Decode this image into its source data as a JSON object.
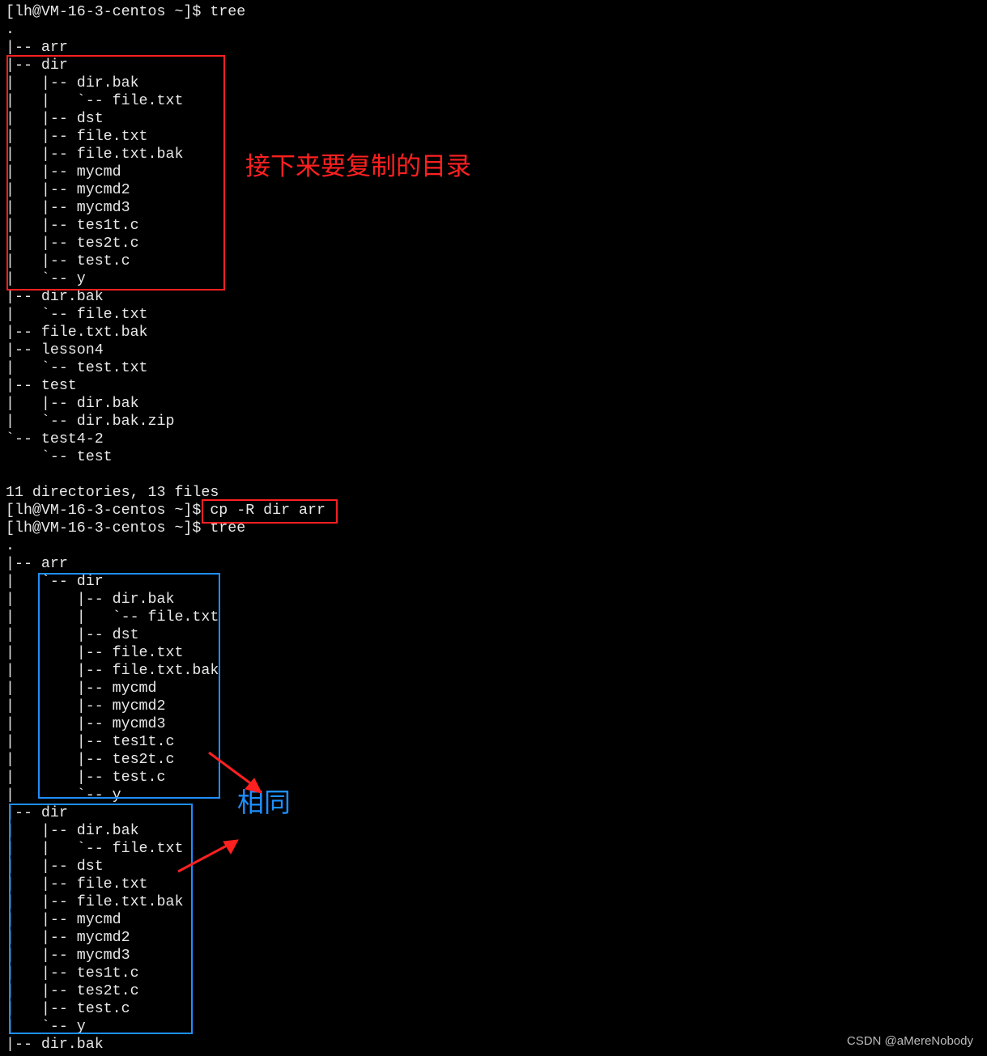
{
  "terminal": {
    "lines": [
      "[lh@VM-16-3-centos ~]$ tree",
      ".",
      "|-- arr",
      "|-- dir",
      "|   |-- dir.bak",
      "|   |   `-- file.txt",
      "|   |-- dst",
      "|   |-- file.txt",
      "|   |-- file.txt.bak",
      "|   |-- mycmd",
      "|   |-- mycmd2",
      "|   |-- mycmd3",
      "|   |-- tes1t.c",
      "|   |-- tes2t.c",
      "|   |-- test.c",
      "|   `-- y",
      "|-- dir.bak",
      "|   `-- file.txt",
      "|-- file.txt.bak",
      "|-- lesson4",
      "|   `-- test.txt",
      "|-- test",
      "|   |-- dir.bak",
      "|   `-- dir.bak.zip",
      "`-- test4-2",
      "    `-- test",
      "",
      "11 directories, 13 files",
      "[lh@VM-16-3-centos ~]$ cp -R dir arr",
      "[lh@VM-16-3-centos ~]$ tree",
      ".",
      "|-- arr",
      "|   `-- dir",
      "|       |-- dir.bak",
      "|       |   `-- file.txt",
      "|       |-- dst",
      "|       |-- file.txt",
      "|       |-- file.txt.bak",
      "|       |-- mycmd",
      "|       |-- mycmd2",
      "|       |-- mycmd3",
      "|       |-- tes1t.c",
      "|       |-- tes2t.c",
      "|       |-- test.c",
      "|       `-- y",
      "|-- dir",
      "|   |-- dir.bak",
      "|   |   `-- file.txt",
      "|   |-- dst",
      "|   |-- file.txt",
      "|   |-- file.txt.bak",
      "|   |-- mycmd",
      "|   |-- mycmd2",
      "|   |-- mycmd3",
      "|   |-- tes1t.c",
      "|   |-- tes2t.c",
      "|   |-- test.c",
      "|   `-- y",
      "|-- dir.bak"
    ]
  },
  "annotations": {
    "copy_target_note": "接下来要复制的目录",
    "same_note": "相同",
    "red_color": "#ff2020",
    "blue_color": "#1e8fff"
  },
  "watermark": "CSDN @aMereNobody"
}
